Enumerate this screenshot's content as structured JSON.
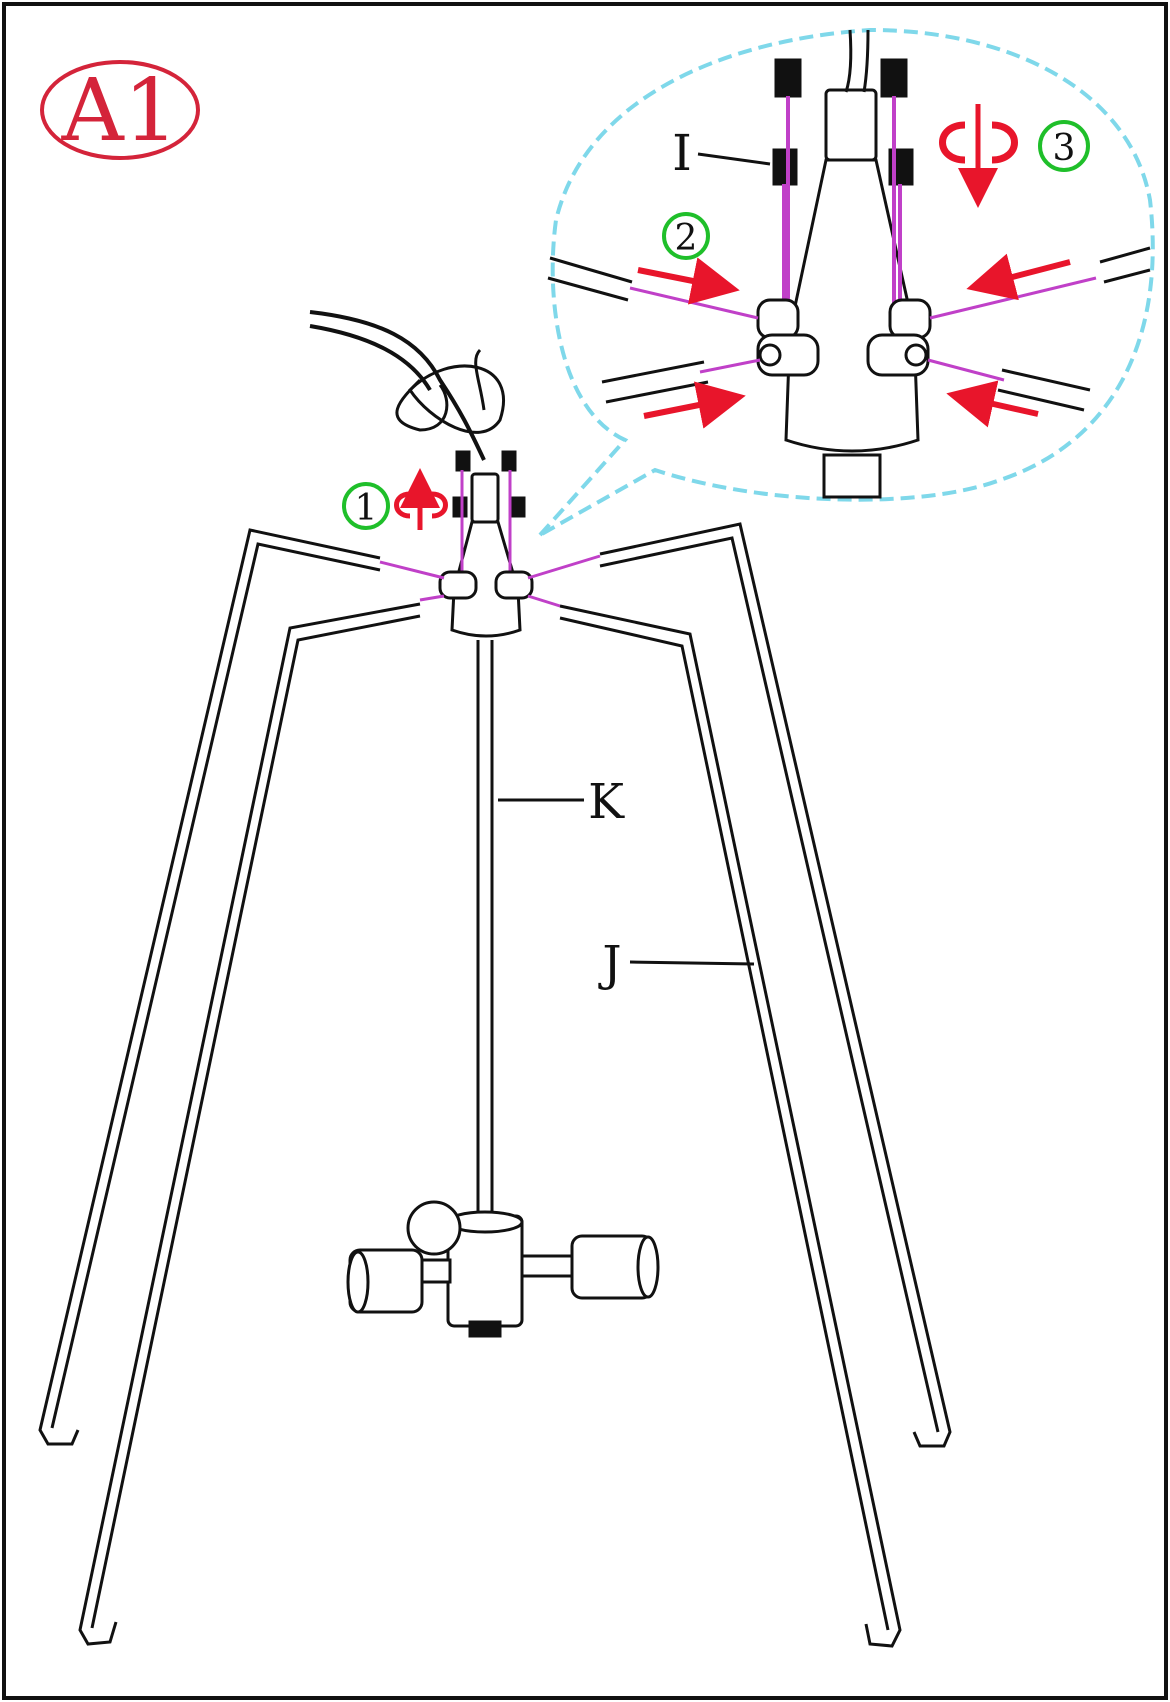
{
  "step_badge": {
    "text": "A1",
    "color": "#d4243a"
  },
  "callout_labels": {
    "screw": "I",
    "rod": "K",
    "arm": "J"
  },
  "steps": [
    {
      "number": "1"
    },
    {
      "number": "2"
    },
    {
      "number": "3"
    }
  ],
  "colors": {
    "line": "#111111",
    "bolt": "#c040c8",
    "arrow": "#e8152b",
    "step_circle": "#1fbf2a",
    "zoom_bubble": "#7fd8ea"
  }
}
